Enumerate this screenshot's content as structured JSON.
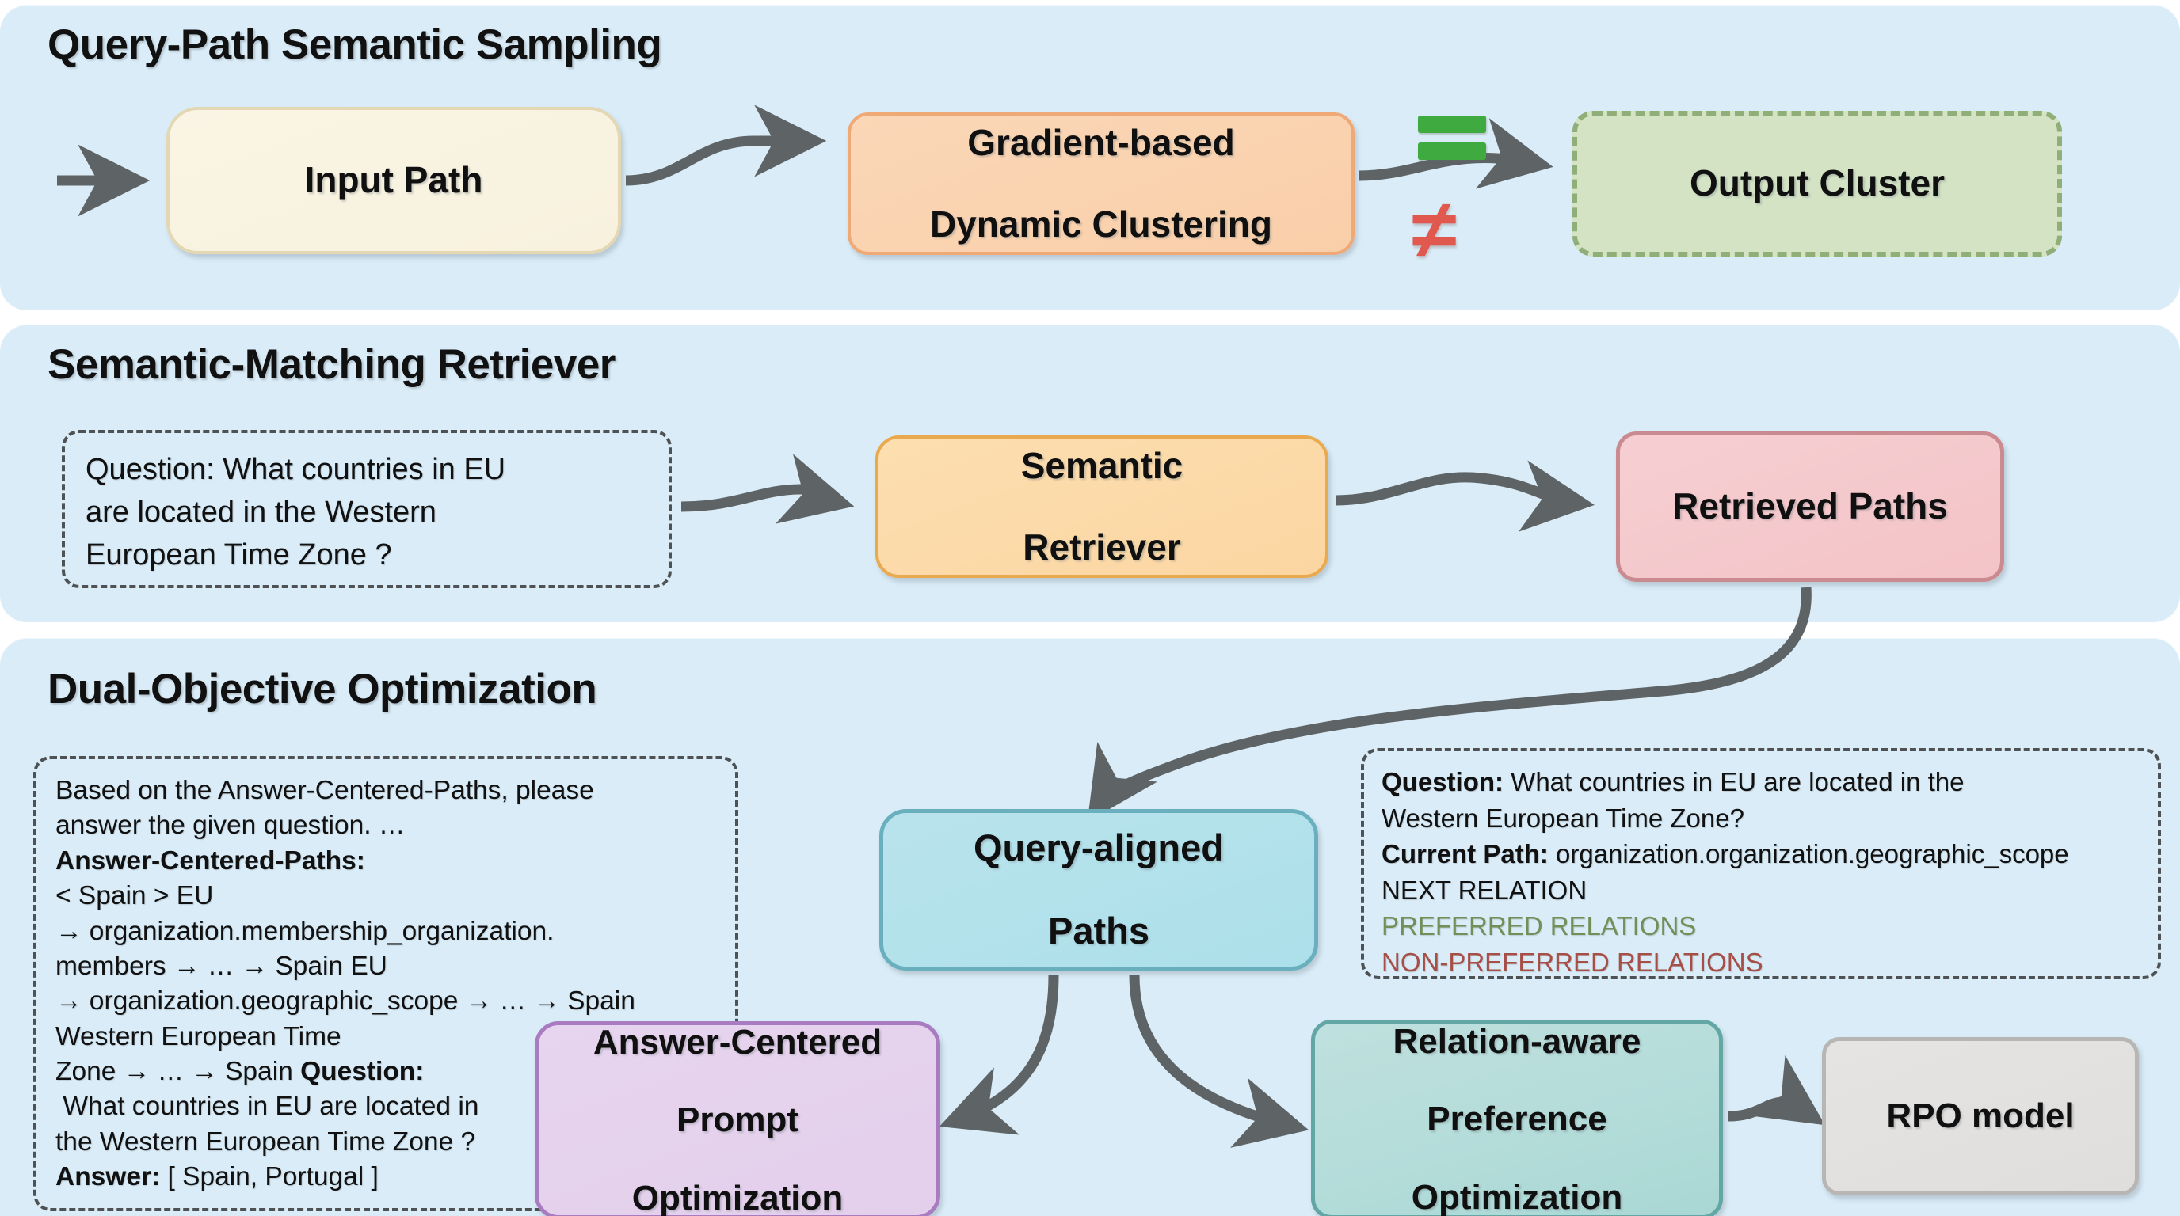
{
  "figure": {
    "panels": [
      {
        "title": "Query-Path Semantic Sampling"
      },
      {
        "title": "Semantic-Matching Retriever"
      },
      {
        "title": "Dual-Objective Optimization"
      }
    ]
  },
  "panel1": {
    "input_path": "Input Path",
    "gradient_clustering_line1": "Gradient-based",
    "gradient_clustering_line2": "Dynamic Clustering",
    "output_cluster": "Output Cluster",
    "equal_symbol": "=",
    "not_equal_symbol": "≠",
    "colors": {
      "equal": "#3faa3f",
      "not_equal": "#e1584f"
    }
  },
  "panel2": {
    "question_box": [
      "Question: What countries in EU",
      "are located in the Western",
      "European Time Zone ?"
    ],
    "semantic_retriever_line1": "Semantic",
    "semantic_retriever_line2": "Retriever",
    "retrieved_paths": "Retrieved Paths"
  },
  "panel3": {
    "prompt_box": {
      "l1": "Based on the Answer-Centered-Paths, please",
      "l2": "answer the given question. …",
      "l3_bold": "Answer-Centered-Paths:",
      "l4": "< Spain > EU",
      "l5": "→ organization.membership_organization.",
      "l6": "members → … → Spain EU",
      "l7": "→ organization.geographic_scope → … → Spain",
      "l8": "Western European Time",
      "l9a": "Zone → … → Spain ",
      "l9b_bold": "Question:",
      "l10": " What countries in EU are located in",
      "l11": "the Western European Time Zone ?",
      "l12a_bold": "Answer:",
      "l12b": " [ Spain, Portugal ]"
    },
    "relation_box": {
      "l1a_bold": "Question:",
      "l1b": " What countries in EU are located in the",
      "l2": "Western European Time Zone?",
      "l3a_bold": "Current Path:",
      "l3b": " organization.organization.geographic_scope",
      "l4": "NEXT RELATION",
      "l5_preferred": "PREFERRED RELATIONS",
      "l6_non_preferred": "NON-PREFERRED RELATIONS",
      "colors": {
        "preferred": "#6f9057",
        "non_preferred": "#a74f46"
      }
    },
    "query_aligned_line1": "Query-aligned",
    "query_aligned_line2": "Paths",
    "acpo_line1": "Answer-Centered",
    "acpo_line2": "Prompt",
    "acpo_line3": "Optimization",
    "rapo_line1": "Relation-aware",
    "rapo_line2": "Preference",
    "rapo_line3": "Optimization",
    "rpo_model": "RPO model"
  }
}
